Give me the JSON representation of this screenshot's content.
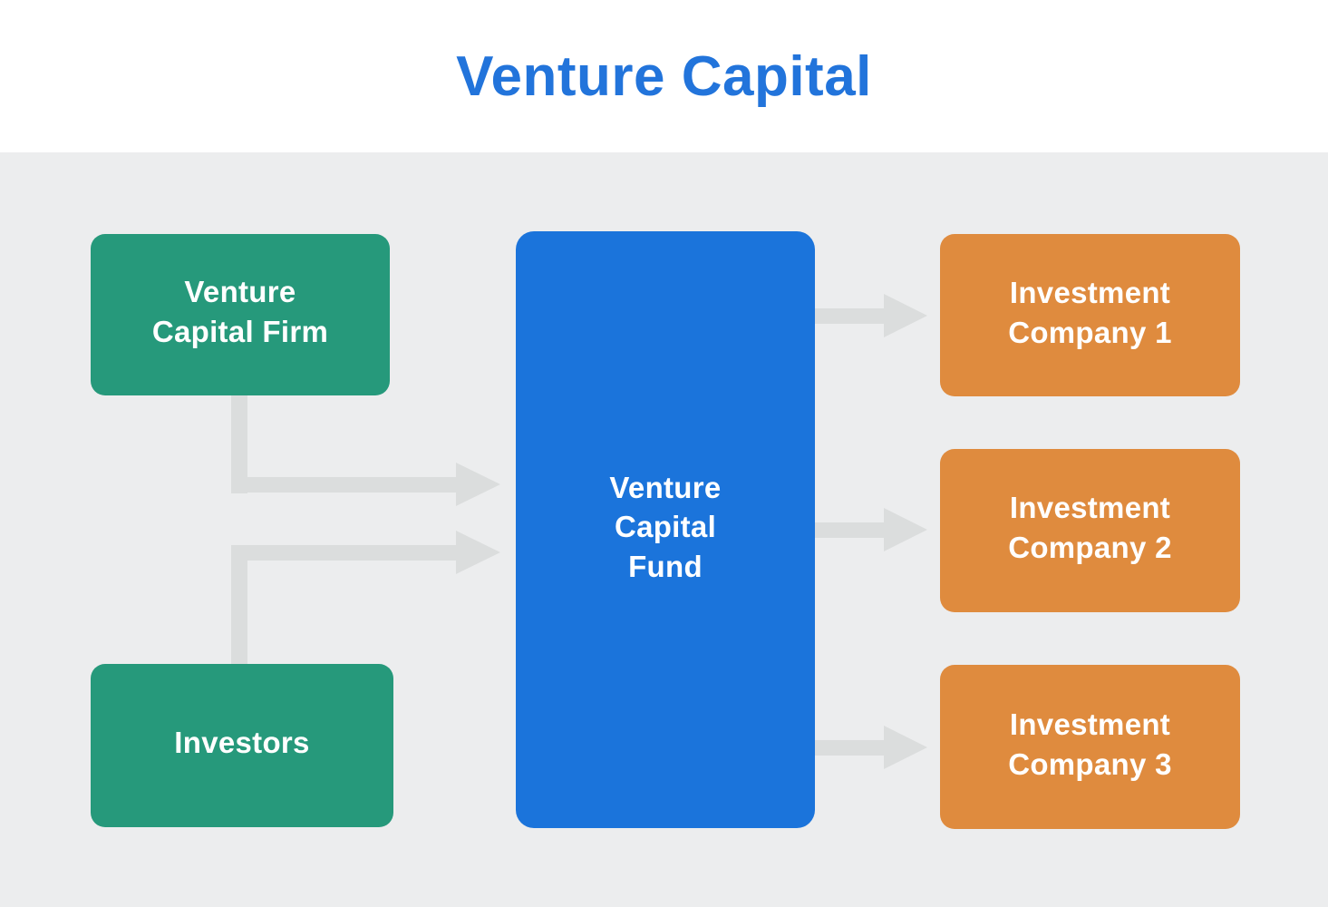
{
  "title": "Venture Capital",
  "colors": {
    "title_blue": "#2274DB",
    "green": "#26997B",
    "blue": "#1B74DB",
    "orange": "#DF8B3E",
    "arrow": "#DBDDDD",
    "background": "#ECEDEE",
    "header_bg": "#FFFFFF"
  },
  "nodes": {
    "venture_capital_firm": {
      "label": "Venture\nCapital Firm",
      "color": "#26997B"
    },
    "investors": {
      "label": "Investors",
      "color": "#26997B"
    },
    "venture_capital_fund": {
      "label": "Venture\nCapital\nFund",
      "color": "#1B74DB"
    },
    "investment_company_1": {
      "label": "Investment\nCompany 1",
      "color": "#DF8B3E"
    },
    "investment_company_2": {
      "label": "Investment\nCompany 2",
      "color": "#DF8B3E"
    },
    "investment_company_3": {
      "label": "Investment\nCompany 3",
      "color": "#DF8B3E"
    }
  },
  "edges": [
    {
      "from": "venture_capital_firm",
      "to": "venture_capital_fund",
      "style": "elbow-down-right"
    },
    {
      "from": "investors",
      "to": "venture_capital_fund",
      "style": "elbow-up-right"
    },
    {
      "from": "venture_capital_fund",
      "to": "investment_company_1",
      "style": "straight-right"
    },
    {
      "from": "venture_capital_fund",
      "to": "investment_company_2",
      "style": "straight-right"
    },
    {
      "from": "venture_capital_fund",
      "to": "investment_company_3",
      "style": "straight-right"
    }
  ]
}
